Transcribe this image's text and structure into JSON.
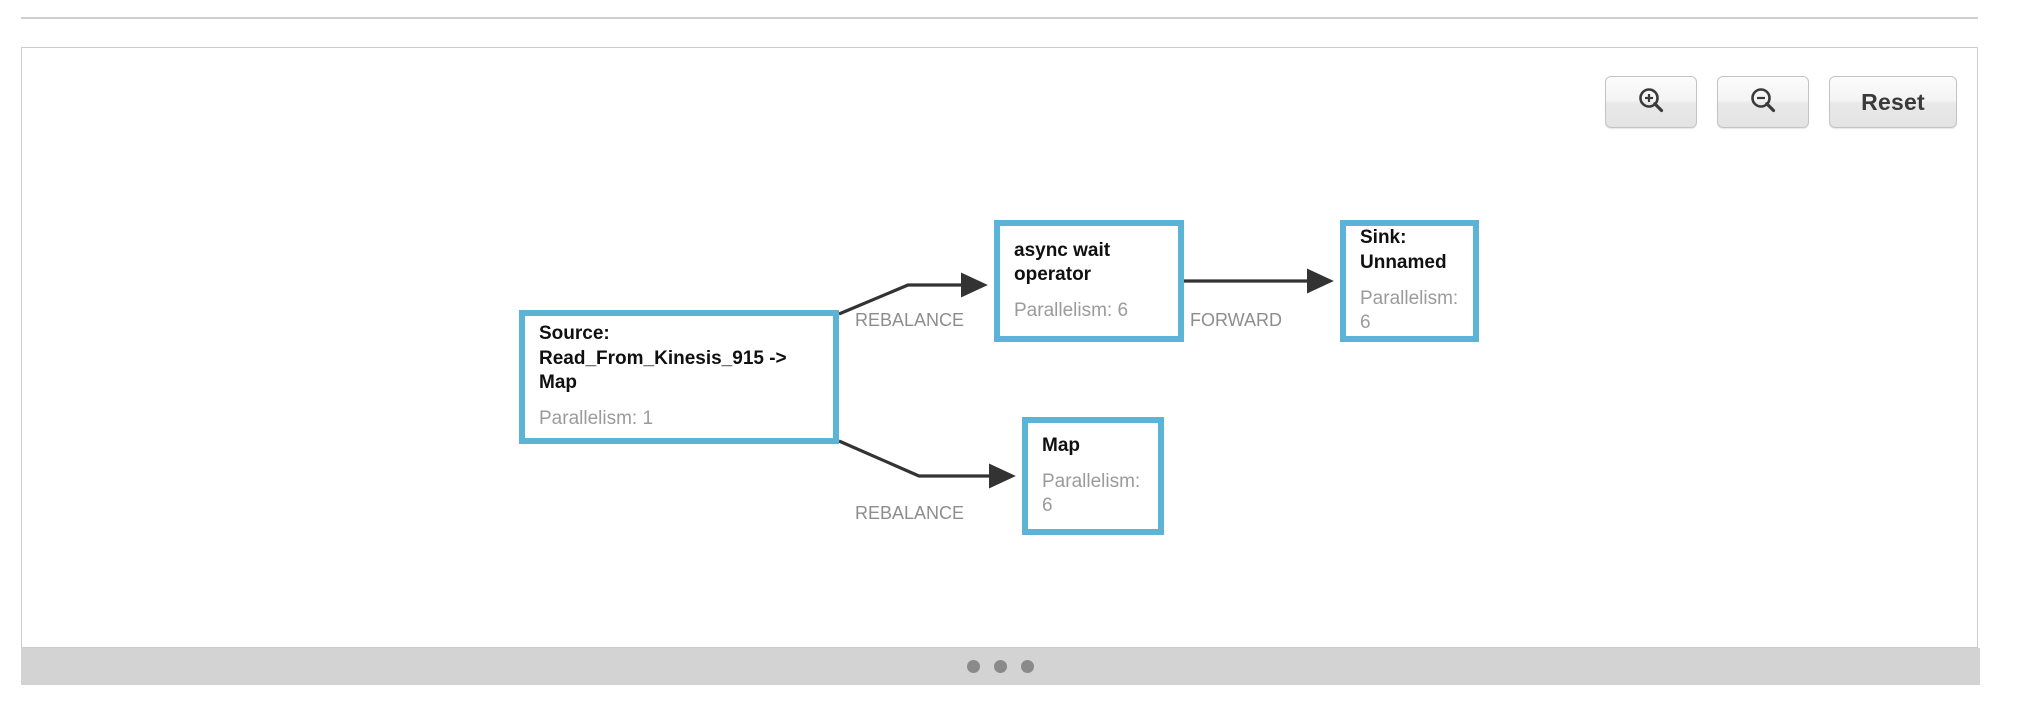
{
  "toolbar": {
    "zoom_in": {
      "icon": "magnifier-plus-icon",
      "label": ""
    },
    "zoom_out": {
      "icon": "magnifier-minus-icon",
      "label": ""
    },
    "reset": {
      "label": "Reset"
    }
  },
  "graph": {
    "accent_color": "#5bb4d6",
    "edge_color": "#333333",
    "label_color": "#8d8d8d",
    "nodes": [
      {
        "id": "source",
        "title": "Source: Read_From_Kinesis_915 -> Map",
        "subtitle": "Parallelism: 1"
      },
      {
        "id": "async",
        "title": "async wait operator",
        "subtitle": "Parallelism: 6"
      },
      {
        "id": "sink",
        "title": "Sink: Unnamed",
        "subtitle": "Parallelism: 6"
      },
      {
        "id": "map",
        "title": "Map",
        "subtitle": "Parallelism: 6"
      }
    ],
    "edges": [
      {
        "from": "source",
        "to": "async",
        "label": "REBALANCE"
      },
      {
        "from": "async",
        "to": "sink",
        "label": "FORWARD"
      },
      {
        "from": "source",
        "to": "map",
        "label": "REBALANCE"
      }
    ]
  },
  "pagination": {
    "dot_count": 3,
    "dot_color": "#8a8a8a"
  }
}
